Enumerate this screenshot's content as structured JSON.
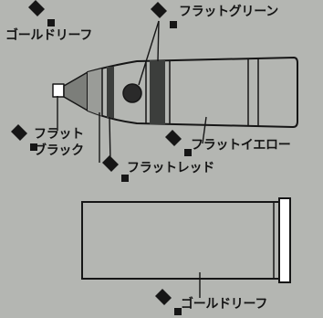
{
  "callouts": {
    "top_left": {
      "label": "ゴールドリーフ",
      "icon": "paint-bottle-icon"
    },
    "top_right": {
      "label": "フラットグリーン",
      "icon": "paint-bottle-icon"
    },
    "left": {
      "line1": "フラット",
      "line2": "ブラック",
      "icon": "paint-bottle-icon"
    },
    "middle": {
      "label": "フラットレッド",
      "icon": "paint-bottle-icon"
    },
    "right": {
      "label": "フラットイエロー",
      "icon": "paint-bottle-icon"
    },
    "bottom": {
      "label": "ゴールドリーフ",
      "icon": "paint-bottle-icon"
    }
  },
  "colors": {
    "background": "#b4b6b2",
    "ink": "#141414",
    "stripe": "#3c3e3c",
    "band_shade": "#8e908c"
  }
}
